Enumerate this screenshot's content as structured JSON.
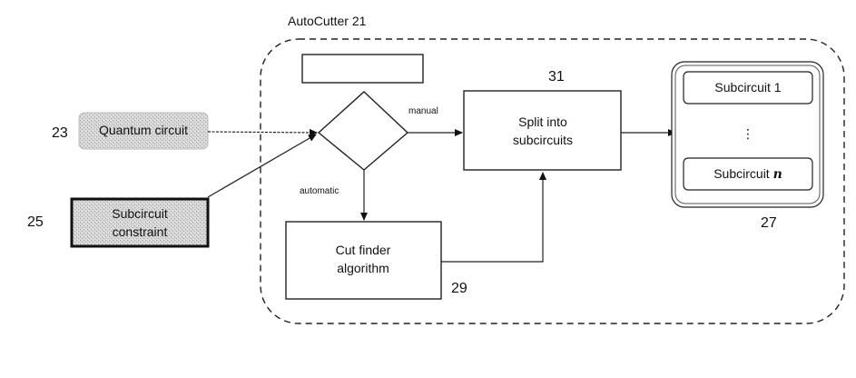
{
  "container": {
    "title": "AutoCutter",
    "ref": "21"
  },
  "inputs": {
    "circuit": {
      "label": "Quantum circuit",
      "ref": "23"
    },
    "constraint": {
      "line1": "Subcircuit",
      "line2": "constraint",
      "ref": "25"
    }
  },
  "decision": {
    "manual_label": "manual",
    "automatic_label": "automatic"
  },
  "split": {
    "line1": "Split into",
    "line2": "subcircuits",
    "ref": "31"
  },
  "finder": {
    "line1": "Cut finder",
    "line2": "algorithm",
    "ref": "29"
  },
  "output": {
    "item_first": "Subcircuit 1",
    "ellipsis": "⋮",
    "item_last_prefix": "Subcircuit",
    "item_last_var": "n",
    "ref": "27"
  }
}
